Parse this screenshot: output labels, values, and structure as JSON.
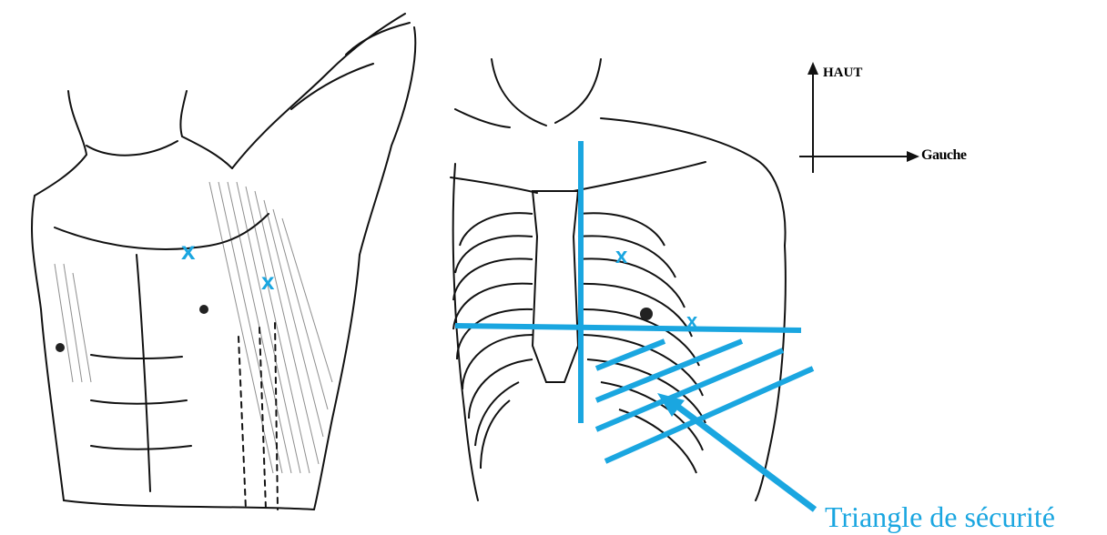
{
  "axes": {
    "up_label": "HAUT",
    "left_label": "Gauche"
  },
  "annotation": {
    "triangle_label": "Triangle de sécurité",
    "marker_glyph": "x"
  },
  "colors": {
    "accent": "#1aa6e0",
    "ink": "#111111"
  }
}
